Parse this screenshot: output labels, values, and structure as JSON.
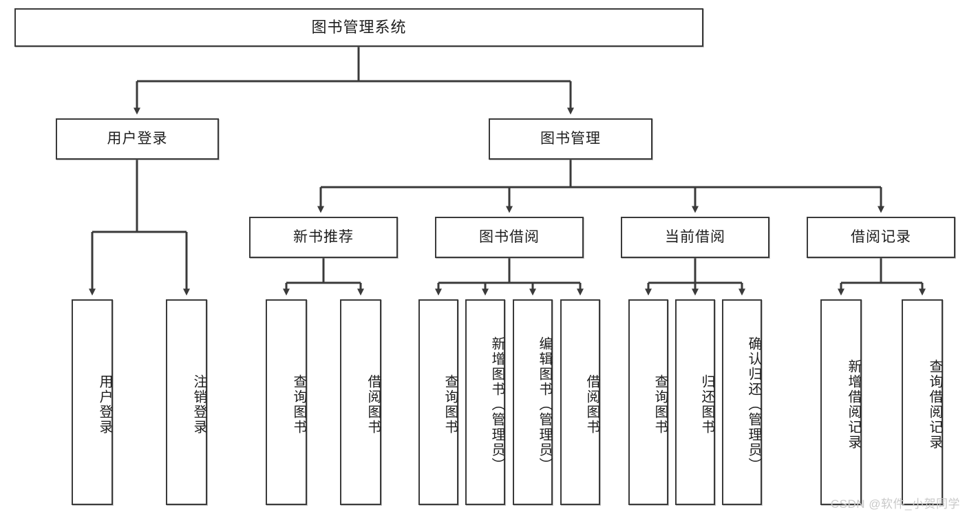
{
  "diagram": {
    "title": "图书管理系统",
    "type": "tree-hierarchy-diagram",
    "watermark": "CSDN @软件_小贺同学",
    "colors": {
      "box_border": "#3a3a3a",
      "box_fill": "#ffffff",
      "connector": "#3a3a3a",
      "text": "#1d1d1d",
      "watermark": "#c9c9c9",
      "background": "#ffffff"
    },
    "levels": {
      "root": "图书管理系统",
      "level2": [
        "用户登录",
        "图书管理"
      ],
      "level3": [
        "新书推荐",
        "图书借阅",
        "当前借阅",
        "借阅记录"
      ]
    },
    "nodes": {
      "root": {
        "label": "图书管理系统",
        "orientation": "horizontal"
      },
      "user_login": {
        "label": "用户登录",
        "orientation": "horizontal"
      },
      "book_mgmt": {
        "label": "图书管理",
        "orientation": "horizontal"
      },
      "new_book_rec": {
        "label": "新书推荐",
        "orientation": "horizontal"
      },
      "book_borrow": {
        "label": "图书借阅",
        "orientation": "horizontal"
      },
      "current_borrow": {
        "label": "当前借阅",
        "orientation": "horizontal"
      },
      "borrow_record": {
        "label": "借阅记录",
        "orientation": "horizontal"
      },
      "leaf_user_login": {
        "label": "用户登录",
        "orientation": "vertical"
      },
      "leaf_logout": {
        "label": "注销登录",
        "orientation": "vertical"
      },
      "leaf_query_book_a": {
        "label": "查询图书",
        "orientation": "vertical"
      },
      "leaf_borrow_book_a": {
        "label": "借阅图书",
        "orientation": "vertical"
      },
      "leaf_query_book_b": {
        "label": "查询图书",
        "orientation": "vertical"
      },
      "leaf_add_book": {
        "label": "新增图书（管理员）",
        "orientation": "vertical"
      },
      "leaf_edit_book": {
        "label": "编辑图书（管理员）",
        "orientation": "vertical"
      },
      "leaf_borrow_book_b": {
        "label": "借阅图书",
        "orientation": "vertical"
      },
      "leaf_query_book_c": {
        "label": "查询图书",
        "orientation": "vertical"
      },
      "leaf_return_book": {
        "label": "归还图书",
        "orientation": "vertical"
      },
      "leaf_confirm_return": {
        "label": "确认归还（管理员）",
        "orientation": "vertical"
      },
      "leaf_add_record": {
        "label": "新增借阅记录",
        "orientation": "vertical"
      },
      "leaf_query_record": {
        "label": "查询借阅记录",
        "orientation": "vertical"
      }
    },
    "edges": [
      {
        "from": "图书管理系统",
        "to": "用户登录"
      },
      {
        "from": "图书管理系统",
        "to": "图书管理"
      },
      {
        "from": "用户登录",
        "to": "用户登录"
      },
      {
        "from": "用户登录",
        "to": "注销登录"
      },
      {
        "from": "图书管理",
        "to": "新书推荐"
      },
      {
        "from": "图书管理",
        "to": "图书借阅"
      },
      {
        "from": "图书管理",
        "to": "当前借阅"
      },
      {
        "from": "图书管理",
        "to": "借阅记录"
      },
      {
        "from": "新书推荐",
        "to": "查询图书"
      },
      {
        "from": "新书推荐",
        "to": "借阅图书"
      },
      {
        "from": "图书借阅",
        "to": "查询图书"
      },
      {
        "from": "图书借阅",
        "to": "新增图书（管理员）"
      },
      {
        "from": "图书借阅",
        "to": "编辑图书（管理员）"
      },
      {
        "from": "图书借阅",
        "to": "借阅图书"
      },
      {
        "from": "当前借阅",
        "to": "查询图书"
      },
      {
        "from": "当前借阅",
        "to": "归还图书"
      },
      {
        "from": "当前借阅",
        "to": "确认归还（管理员）"
      },
      {
        "from": "借阅记录",
        "to": "新增借阅记录"
      },
      {
        "from": "借阅记录",
        "to": "查询借阅记录"
      }
    ]
  }
}
